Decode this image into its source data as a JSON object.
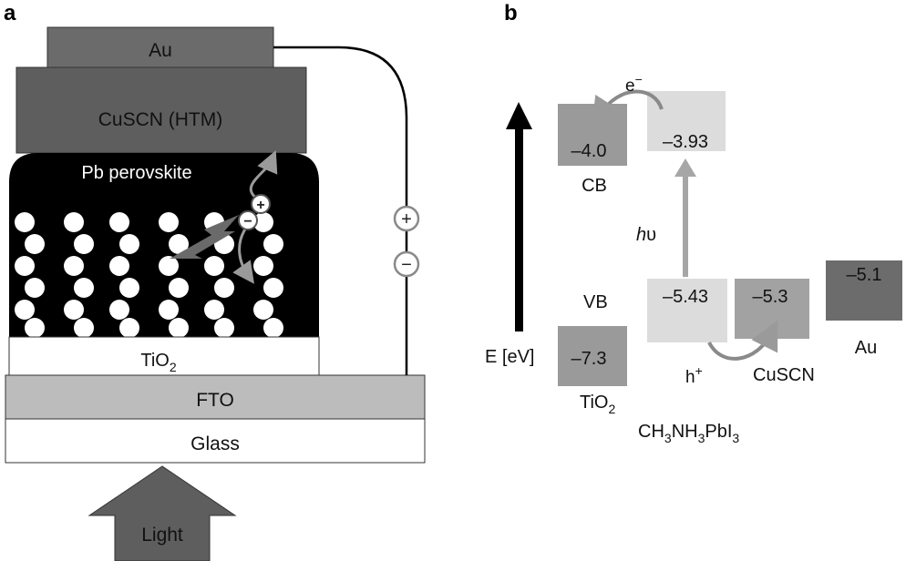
{
  "panels": {
    "a_label": "a",
    "b_label": "b"
  },
  "device": {
    "au": "Au",
    "htm": "CuSCN (HTM)",
    "perovskite": "Pb perovskite",
    "tio2_main": "TiO",
    "tio2_sub": "2",
    "fto": "FTO",
    "glass": "Glass",
    "light": "Light",
    "plus": "+",
    "minus": "−"
  },
  "energy": {
    "axis_label": "E [eV]",
    "cb_label": "CB",
    "vb_label": "VB",
    "electron": "e",
    "electron_sup": "−",
    "hole": "h",
    "hole_sup": "+",
    "hv_h": "h",
    "hv_nu": "υ",
    "levels": {
      "tio2_cb": "–4.0",
      "perov_cb": "–3.93",
      "perov_vb": "–5.43",
      "cuscn_vb": "–5.3",
      "au_level": "–5.1",
      "tio2_vb": "–7.3"
    },
    "materials": {
      "tio2_main": "TiO",
      "tio2_sub": "2",
      "cuscn": "CuSCN",
      "au": "Au",
      "perov_p1": "CH",
      "perov_s1": "3",
      "perov_p2": "NH",
      "perov_s2": "3",
      "perov_p3": "PbI",
      "perov_s3": "3"
    }
  }
}
